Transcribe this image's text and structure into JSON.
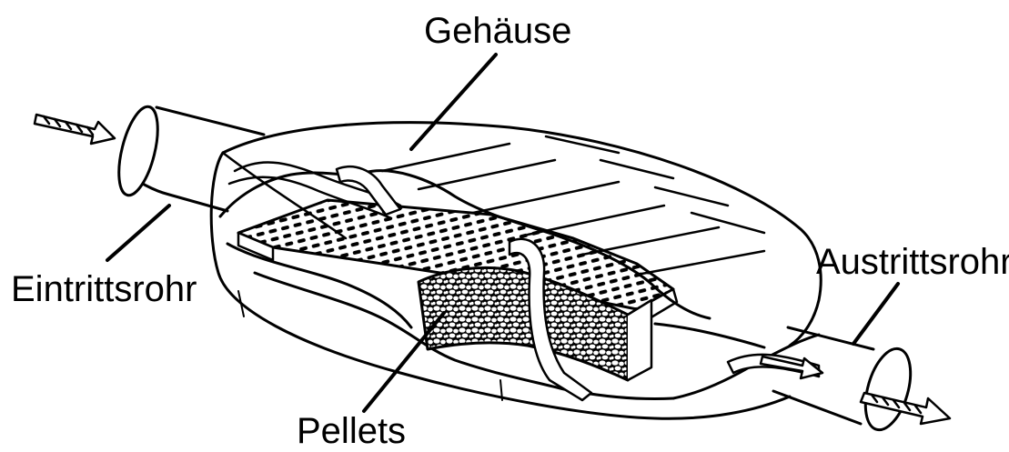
{
  "diagram": {
    "labels": {
      "housing": "Gehäuse",
      "inlet_pipe": "Eintrittsrohr",
      "outlet_pipe": "Austrittsrohr",
      "pellets": "Pellets"
    }
  },
  "colors": {
    "ink": "#000000",
    "background": "#ffffff"
  }
}
